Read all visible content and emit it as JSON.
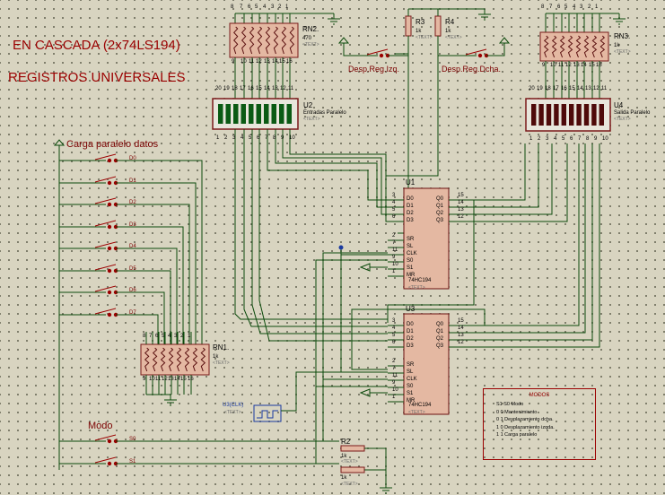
{
  "title": "EN CASCADA (2x74LS194)",
  "subtitle": "REGISTROS UNIVERSALES",
  "text_placeholder": "<TEXT>",
  "labels": {
    "carga": "Carga paralelo datos",
    "modo": "Modo",
    "desp_izq": "Desp.Reg.Izq.",
    "desp_dcha": "Desp.Reg.Dcha."
  },
  "data_switches": [
    "D0",
    "D1",
    "D2",
    "D3",
    "D4",
    "D5",
    "D6",
    "D7"
  ],
  "mode_switches": [
    "S0",
    "S1"
  ],
  "components": {
    "rn2": {
      "name": "RN2.",
      "value": "470"
    },
    "rn3": {
      "name": "RN3.",
      "value": "1k"
    },
    "rn1": {
      "name": "RN1.",
      "value": "1k"
    },
    "r2": {
      "name": "R2",
      "value": "1k"
    },
    "r3": {
      "name": "R3",
      "value": "1k"
    },
    "r4": {
      "name": "R4",
      "value": "1k"
    },
    "r_s1": {
      "value": "1k"
    },
    "u1": {
      "name": "U1",
      "part": "74HC194"
    },
    "u2": {
      "name": "U2",
      "desc": "Entradas Paralelo"
    },
    "u3": {
      "name": "U3",
      "part": "74HC194"
    },
    "u4": {
      "name": "U4",
      "desc": "Salida Paralelo"
    },
    "clk": {
      "name": "U3(CLK)"
    }
  },
  "ic_pins_left": [
    {
      "num": "3",
      "name": "D0"
    },
    {
      "num": "4",
      "name": "D1"
    },
    {
      "num": "5",
      "name": "D2"
    },
    {
      "num": "6",
      "name": "D3"
    },
    {
      "num": "2",
      "name": "SR"
    },
    {
      "num": "7",
      "name": "SL"
    },
    {
      "num": "11",
      "name": "CLK"
    },
    {
      "num": "9",
      "name": "S0"
    },
    {
      "num": "10",
      "name": "S1"
    },
    {
      "num": "1",
      "name": "MR"
    }
  ],
  "ic_pins_right": [
    {
      "num": "15",
      "name": "Q0"
    },
    {
      "num": "14",
      "name": "Q1"
    },
    {
      "num": "13",
      "name": "Q2"
    },
    {
      "num": "12",
      "name": "Q3"
    }
  ],
  "pack_pin_numbers": [
    "9",
    "8",
    "7",
    "6",
    "5",
    "4",
    "3",
    "2",
    "1"
  ],
  "top_pack_pin_numbers": [
    "8",
    "7",
    "6",
    "5",
    "4",
    "3",
    "2",
    "1"
  ],
  "bot_pack_pin_numbers": [
    "9",
    "10",
    "11",
    "12",
    "13",
    "14",
    "15",
    "16"
  ],
  "bar_top_pins": [
    "20",
    "19",
    "18",
    "17",
    "16",
    "15",
    "14",
    "13",
    "12",
    "11"
  ],
  "bar_bottom_pins": [
    "1",
    "2",
    "3",
    "4",
    "5",
    "6",
    "7",
    "8",
    "9",
    "10"
  ],
  "modes": {
    "title": "MODOS",
    "header": "S1  S0  Modo",
    "rows": [
      "0   0   Mantenimiento",
      "0   1   Desplazamiento dcha.",
      "1   0   Desplazamiento izqda.",
      "1   1   Carga paralelo"
    ]
  },
  "colors": {
    "wire": "#0b4a0b",
    "accent": "#9b0000",
    "led_on": "#0a5a14",
    "led_off": "#4e0a0a"
  }
}
